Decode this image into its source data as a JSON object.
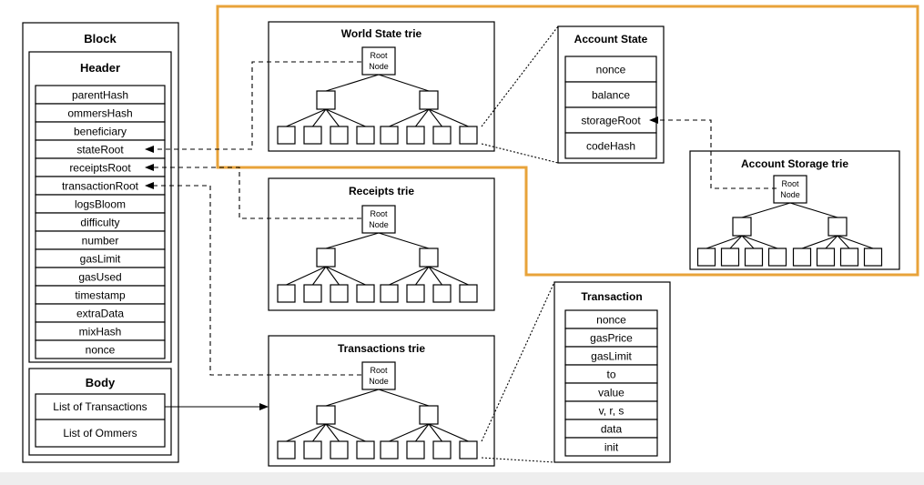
{
  "block": {
    "title": "Block",
    "header": {
      "title": "Header",
      "fields": [
        "parentHash",
        "ommersHash",
        "beneficiary",
        "stateRoot",
        "receiptsRoot",
        "transactionRoot",
        "logsBloom",
        "difficulty",
        "number",
        "gasLimit",
        "gasUsed",
        "timestamp",
        "extraData",
        "mixHash",
        "nonce"
      ]
    },
    "body": {
      "title": "Body",
      "items": [
        "List of Transactions",
        "List of Ommers"
      ]
    }
  },
  "tries": {
    "world_state": "World State trie",
    "receipts": "Receipts trie",
    "transactions": "Transactions trie",
    "account_storage": "Account Storage trie",
    "root_node": [
      "Root",
      "Node"
    ]
  },
  "account_state": {
    "title": "Account State",
    "fields": [
      "nonce",
      "balance",
      "storageRoot",
      "codeHash"
    ]
  },
  "transaction": {
    "title": "Transaction",
    "fields": [
      "nonce",
      "gasPrice",
      "gasLimit",
      "to",
      "value",
      "v, r, s",
      "data",
      "init"
    ]
  },
  "colors": {
    "highlight": "#e8a33a",
    "line": "#000000",
    "footer": "#eeeeee"
  }
}
